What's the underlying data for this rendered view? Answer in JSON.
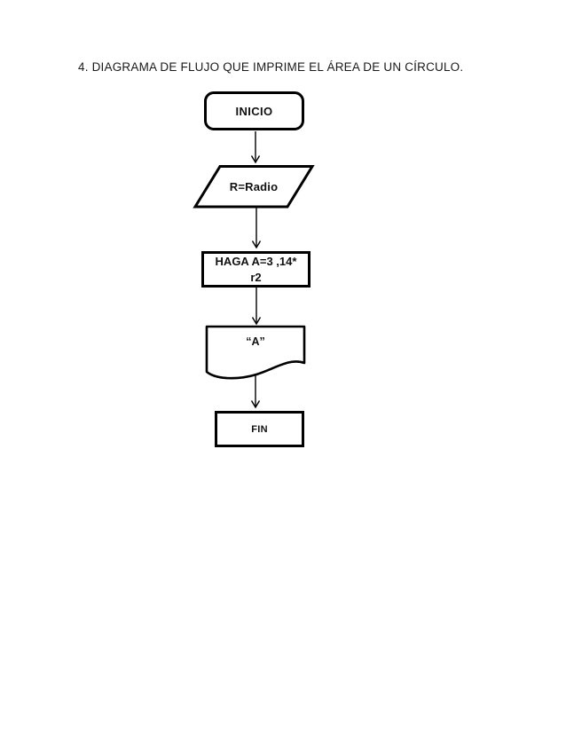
{
  "page": {
    "heading": "4. DIAGRAMA DE FLUJO QUE IMPRIME EL ÁREA DE UN CÍRCULO."
  },
  "flowchart": {
    "start": {
      "shape": "rounded-terminator",
      "label": "INICIO"
    },
    "input": {
      "shape": "parallelogram",
      "label": "R=Radio"
    },
    "process": {
      "shape": "rectangle",
      "line1": "HAGA A=3 ,14*",
      "line2": "r2"
    },
    "output": {
      "shape": "document",
      "label": "“A”"
    },
    "end": {
      "shape": "rectangle",
      "label": "FIN"
    },
    "colors": {
      "stroke": "#000000",
      "fill": "#ffffff",
      "text": "#111111",
      "background": "#ffffff"
    }
  }
}
